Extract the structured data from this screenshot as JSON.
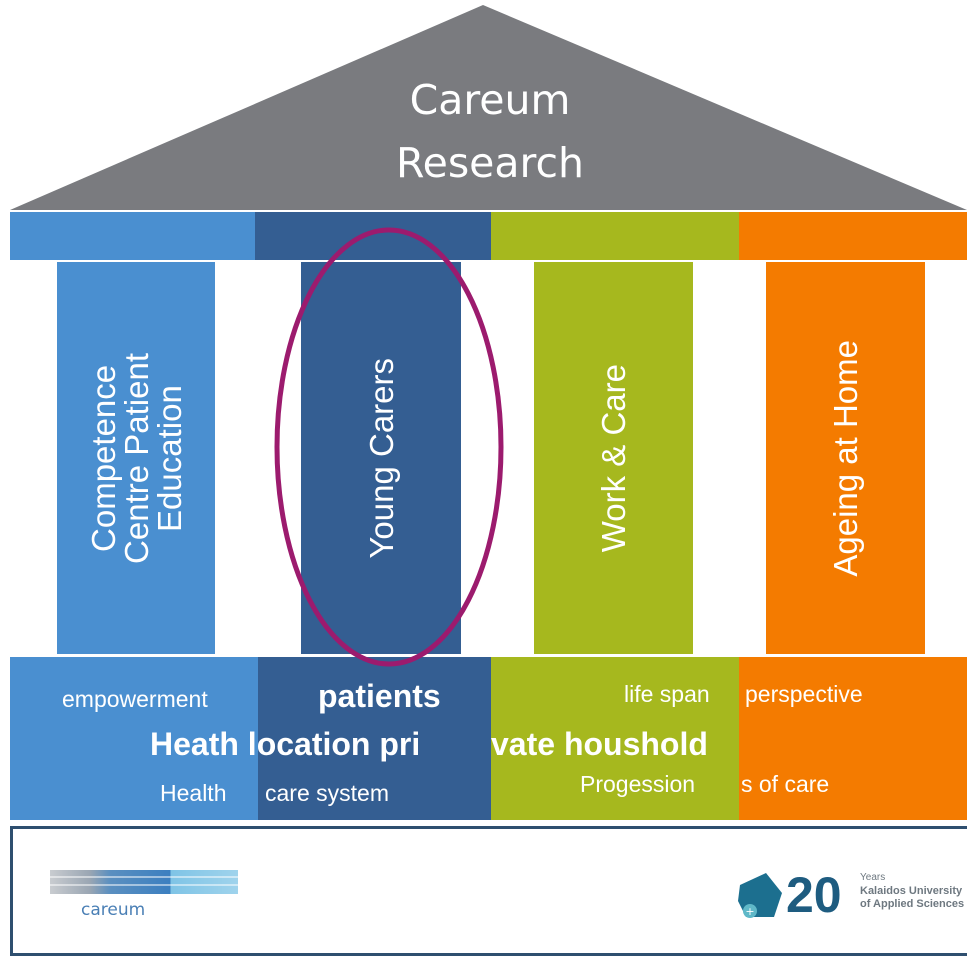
{
  "roof": {
    "line1": "Careum",
    "line2": "Research"
  },
  "pillars": [
    {
      "label_lines": [
        "Competence",
        "Centre Patient",
        "Education"
      ],
      "color": "#4a8fd0"
    },
    {
      "label_lines": [
        "Young Carers"
      ],
      "color": "#345e92"
    },
    {
      "label_lines": [
        "Work & Care"
      ],
      "color": "#a6b81e"
    },
    {
      "label_lines": [
        "Ageing at Home"
      ],
      "color": "#f47b00"
    }
  ],
  "highlight_color": "#9c1b6e",
  "roof_color": "#7a7b7f",
  "base": {
    "empowerment": "empowerment",
    "patients": "patients",
    "life_span": "life span",
    "perspective": "perspective",
    "heath_part1": "Heath location pri",
    "heath_part2": "vate houshold",
    "health_part1": "Health",
    "health_part2": "care system",
    "progessions_part1": "Progession",
    "progessions_part2": "s of care"
  },
  "footer": {
    "careum_logo_text": "careum",
    "badge_number": "20",
    "badge_years": "Years",
    "badge_line2": "Kalaidos University",
    "badge_line3": "of Applied Sciences"
  }
}
